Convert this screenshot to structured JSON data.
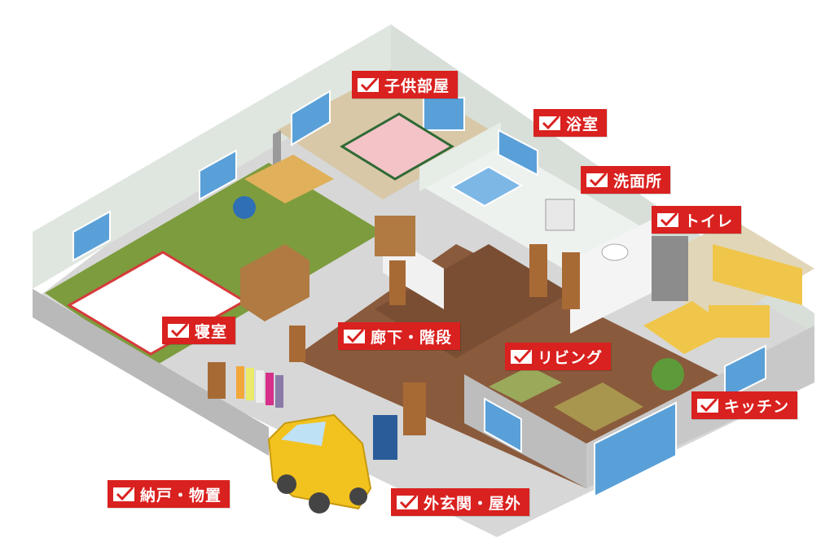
{
  "rooms": {
    "kodomo": "子供部屋",
    "yokushitsu": "浴室",
    "senmenjo": "洗面所",
    "toire": "トイレ",
    "shinshitsu": "寝室",
    "rouka": "廊下・階段",
    "ribingu": "リビング",
    "kicchin": "キッチン",
    "nando": "納戸・物置",
    "genkan": "外玄関・屋外"
  },
  "colors": {
    "label_bg": "#d9211f",
    "wall_outer": "#c9c9c9",
    "wall_inner": "#e4ebe4",
    "floor_wood": "#8a5a3c",
    "floor_green": "#7c9a3c",
    "car": "#f2c21e"
  },
  "icons": {
    "label_marker": "check-envelope-icon"
  }
}
